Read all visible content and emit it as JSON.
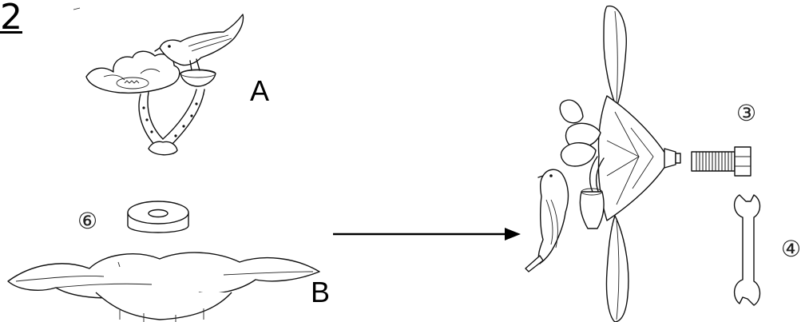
{
  "step": {
    "number": "2"
  },
  "parts": {
    "a_label": "A",
    "b_label": "B",
    "bolt_label": "③",
    "wrench_label": "④",
    "washer_label": "⑥"
  },
  "colors": {
    "ink": "#111111",
    "background": "#ffffff"
  },
  "icons": {
    "top_piece": "bird-flower-feeder",
    "bowl": "leaf-bowl",
    "washer": "washer",
    "bolt": "hex-bolt",
    "wrench": "open-end-wrench",
    "assembly": "assembled-birdbath",
    "arrow": "right-arrow"
  }
}
